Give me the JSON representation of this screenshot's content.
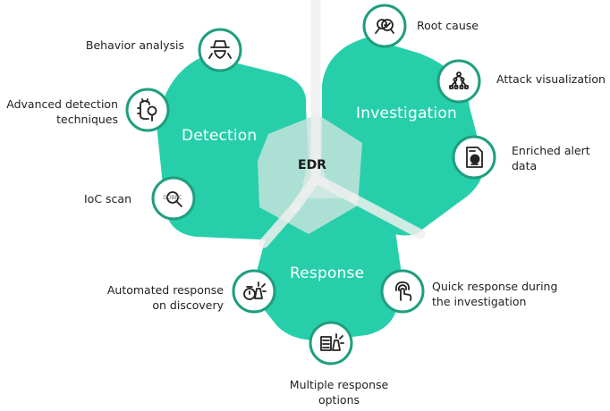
{
  "colors": {
    "segment": "#26CFAA",
    "core": "#C5E3DC",
    "gap": "#EFEFEF",
    "circle_border": "#1F9E7F",
    "circle_fill": "#FFFFFF",
    "icon": "#222222",
    "label": "#222222"
  },
  "core": {
    "label": "EDR"
  },
  "segments": [
    {
      "name": "Detection",
      "features": [
        {
          "label": "Behavior analysis",
          "icon": "spy-hat-icon"
        },
        {
          "label": "Advanced detection\ntechniques",
          "icon": "bug-magnifier-icon"
        },
        {
          "label": "IoC scan",
          "icon": "ioc-magnifier-icon",
          "icon_text": "DOBRC"
        }
      ]
    },
    {
      "name": "Investigation",
      "features": [
        {
          "label": "Root cause",
          "icon": "search-check-icon"
        },
        {
          "label": "Attack visualization",
          "icon": "tree-graph-icon"
        },
        {
          "label": "Enriched alert\ndata",
          "icon": "report-chart-icon"
        }
      ]
    },
    {
      "name": "Response",
      "features": [
        {
          "label": "Automated response\non discovery",
          "icon": "timer-alarm-icon"
        },
        {
          "label": "Quick response during\nthe investigation",
          "icon": "touch-hand-icon"
        },
        {
          "label": "Multiple response\noptions",
          "icon": "list-alarm-icon"
        }
      ]
    }
  ]
}
